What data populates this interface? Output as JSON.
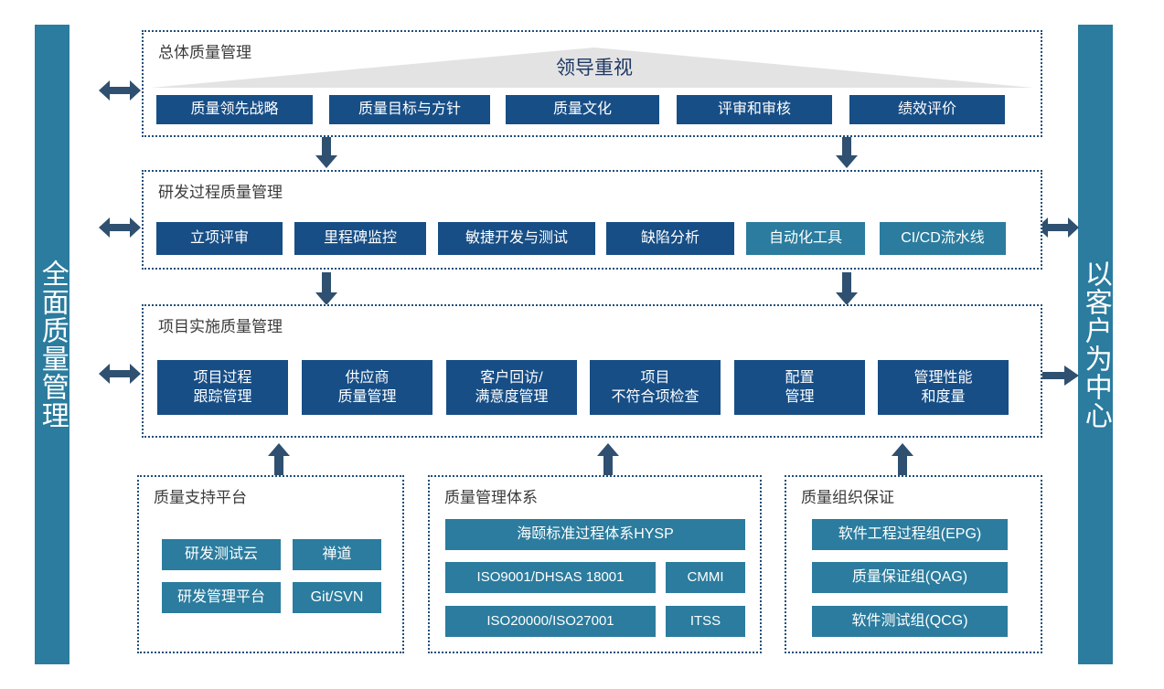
{
  "left_bar": {
    "label": "全面质量管理"
  },
  "right_bar": {
    "label": "以客户为中心"
  },
  "sections": {
    "overall": {
      "title": "总体质量管理",
      "banner_label": "领导重视",
      "items": [
        {
          "label": "质量领先战略",
          "color": "navy"
        },
        {
          "label": "质量目标与方针",
          "color": "navy"
        },
        {
          "label": "质量文化",
          "color": "navy"
        },
        {
          "label": "评审和审核",
          "color": "navy"
        },
        {
          "label": "绩效评价",
          "color": "navy"
        }
      ]
    },
    "rnd": {
      "title": "研发过程质量管理",
      "items": [
        {
          "label": "立项评审",
          "color": "navy"
        },
        {
          "label": "里程碑监控",
          "color": "navy"
        },
        {
          "label": "敏捷开发与测试",
          "color": "navy"
        },
        {
          "label": "缺陷分析",
          "color": "navy"
        },
        {
          "label": "自动化工具",
          "color": "teal"
        },
        {
          "label": "CI/CD流水线",
          "color": "teal"
        }
      ]
    },
    "project": {
      "title": "项目实施质量管理",
      "items": [
        {
          "label": "项目过程\n跟踪管理",
          "color": "navy"
        },
        {
          "label": "供应商\n质量管理",
          "color": "navy"
        },
        {
          "label": "客户回访/\n满意度管理",
          "color": "navy"
        },
        {
          "label": "项目\n不符合项检查",
          "color": "navy"
        },
        {
          "label": "配置\n管理",
          "color": "navy"
        },
        {
          "label": "管理性能\n和度量",
          "color": "navy"
        }
      ]
    },
    "support_platform": {
      "title": "质量支持平台",
      "items": [
        {
          "label": "研发测试云",
          "color": "teal"
        },
        {
          "label": "禅道",
          "color": "teal"
        },
        {
          "label": "研发管理平台",
          "color": "teal"
        },
        {
          "label": "Git/SVN",
          "color": "teal"
        }
      ]
    },
    "management_system": {
      "title": "质量管理体系",
      "items": [
        {
          "label": "海颐标准过程体系HYSP",
          "color": "teal"
        },
        {
          "label": "ISO9001/DHSAS 18001",
          "color": "teal"
        },
        {
          "label": "CMMI",
          "color": "teal"
        },
        {
          "label": "ISO20000/ISO27001",
          "color": "teal"
        },
        {
          "label": "ITSS",
          "color": "teal"
        }
      ]
    },
    "organization": {
      "title": "质量组织保证",
      "items": [
        {
          "label": "软件工程过程组(EPG)",
          "color": "teal"
        },
        {
          "label": "质量保证组(QAG)",
          "color": "teal"
        },
        {
          "label": "软件测试组(QCG)",
          "color": "teal"
        }
      ]
    }
  },
  "colors": {
    "navy": "#174E86",
    "teal": "#2B7C9E",
    "arrow": "#2F5070",
    "banner": "#E3E3E3",
    "panel_border": "#1F4E79",
    "title_text": "#3B3B3B",
    "banner_text": "#1F3864"
  }
}
